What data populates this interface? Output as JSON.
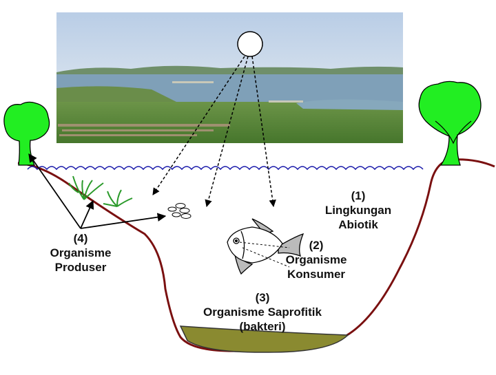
{
  "labels": {
    "abiotic": {
      "num": "(1)",
      "line1": "Lingkungan",
      "line2": "Abiotik"
    },
    "consumer": {
      "num": "(2)",
      "line1": "Organisme",
      "line2": "Konsumer"
    },
    "saprophyte": {
      "num": "(3)",
      "line1": "Organisme Saprofitik",
      "line2": "(bakteri)"
    },
    "producer": {
      "num": "(4)",
      "line1": "Organisme",
      "line2": "Produser"
    }
  },
  "colors": {
    "tree": "#22ee22",
    "pond_outline": "#7a1010",
    "water_wave": "#1a1aaa",
    "sediment": "#8a8a30",
    "plant": "#2a9a2a",
    "sky": "#c8d8ea",
    "lake": "#7f9fb7",
    "grass": "#5d8a3a"
  },
  "icons": [
    "sun-icon",
    "tree-icon",
    "fish-icon",
    "plankton-icon",
    "water-plant-icon",
    "lake-photo"
  ]
}
